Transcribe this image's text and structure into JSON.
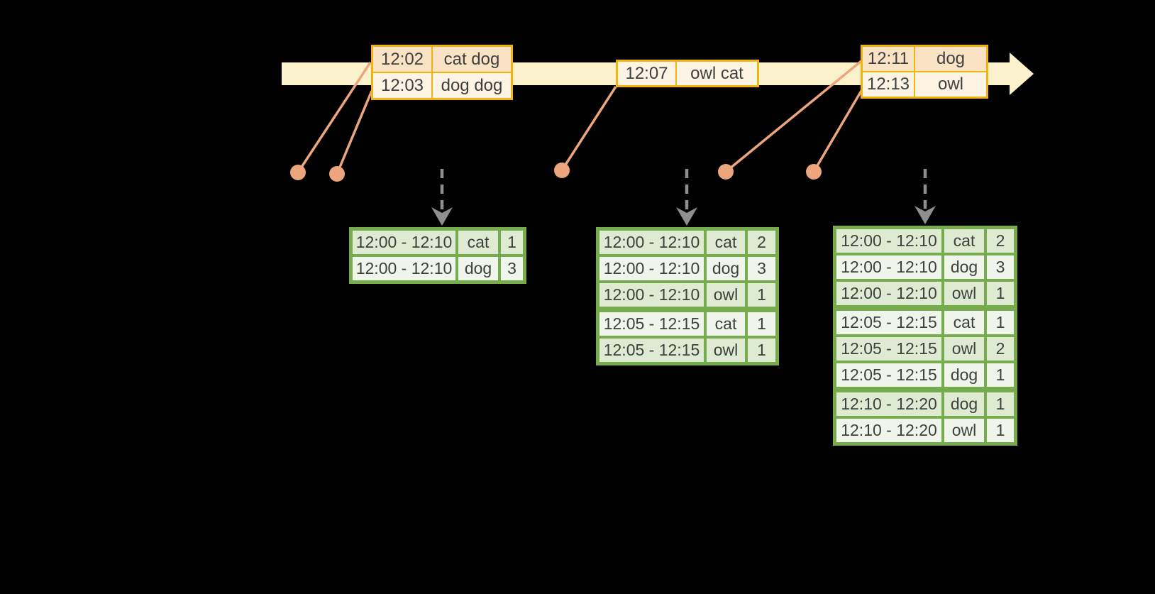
{
  "colors": {
    "background": "#000000",
    "timeline_bar": "#FBF1CC",
    "event_border": "#F0B310",
    "event_row_dark": "#FAE3C5",
    "event_row_light": "#FDF4E3",
    "result_border": "#76AC4E",
    "result_row_dark": "#DEEBD2",
    "result_row_light": "#F0F5EC",
    "connector": "#ECA57C",
    "trigger_arrow": "#8F8F8F",
    "text": "#3F3F3F"
  },
  "timeline": {
    "event_tables": [
      {
        "name": "events-early",
        "rows": [
          {
            "time": "12:02",
            "words": "cat dog",
            "shade": "dark"
          },
          {
            "time": "12:03",
            "words": "dog dog",
            "shade": "light"
          }
        ]
      },
      {
        "name": "events-middle",
        "rows": [
          {
            "time": "12:07",
            "words": "owl cat",
            "shade": "light"
          }
        ]
      },
      {
        "name": "events-late",
        "rows": [
          {
            "time": "12:11",
            "words": "dog",
            "shade": "dark"
          },
          {
            "time": "12:13",
            "words": "owl",
            "shade": "light"
          }
        ]
      }
    ]
  },
  "result_tables": [
    {
      "name": "result-table-1",
      "groups": [
        {
          "window": "12:00 - 12:10",
          "entries": [
            {
              "word": "cat",
              "count": "1"
            },
            {
              "word": "dog",
              "count": "3"
            }
          ]
        }
      ]
    },
    {
      "name": "result-table-2",
      "groups": [
        {
          "window": "12:00 - 12:10",
          "entries": [
            {
              "word": "cat",
              "count": "2"
            },
            {
              "word": "dog",
              "count": "3"
            },
            {
              "word": "owl",
              "count": "1"
            }
          ]
        },
        {
          "window": "12:05 - 12:15",
          "entries": [
            {
              "word": "cat",
              "count": "1"
            },
            {
              "word": "owl",
              "count": "1"
            }
          ]
        }
      ]
    },
    {
      "name": "result-table-3",
      "groups": [
        {
          "window": "12:00 - 12:10",
          "entries": [
            {
              "word": "cat",
              "count": "2"
            },
            {
              "word": "dog",
              "count": "3"
            },
            {
              "word": "owl",
              "count": "1"
            }
          ]
        },
        {
          "window": "12:05 - 12:15",
          "entries": [
            {
              "word": "cat",
              "count": "1"
            },
            {
              "word": "owl",
              "count": "2"
            },
            {
              "word": "dog",
              "count": "1"
            }
          ]
        },
        {
          "window": "12:10 - 12:20",
          "entries": [
            {
              "word": "dog",
              "count": "1"
            },
            {
              "word": "owl",
              "count": "1"
            }
          ]
        }
      ]
    }
  ]
}
